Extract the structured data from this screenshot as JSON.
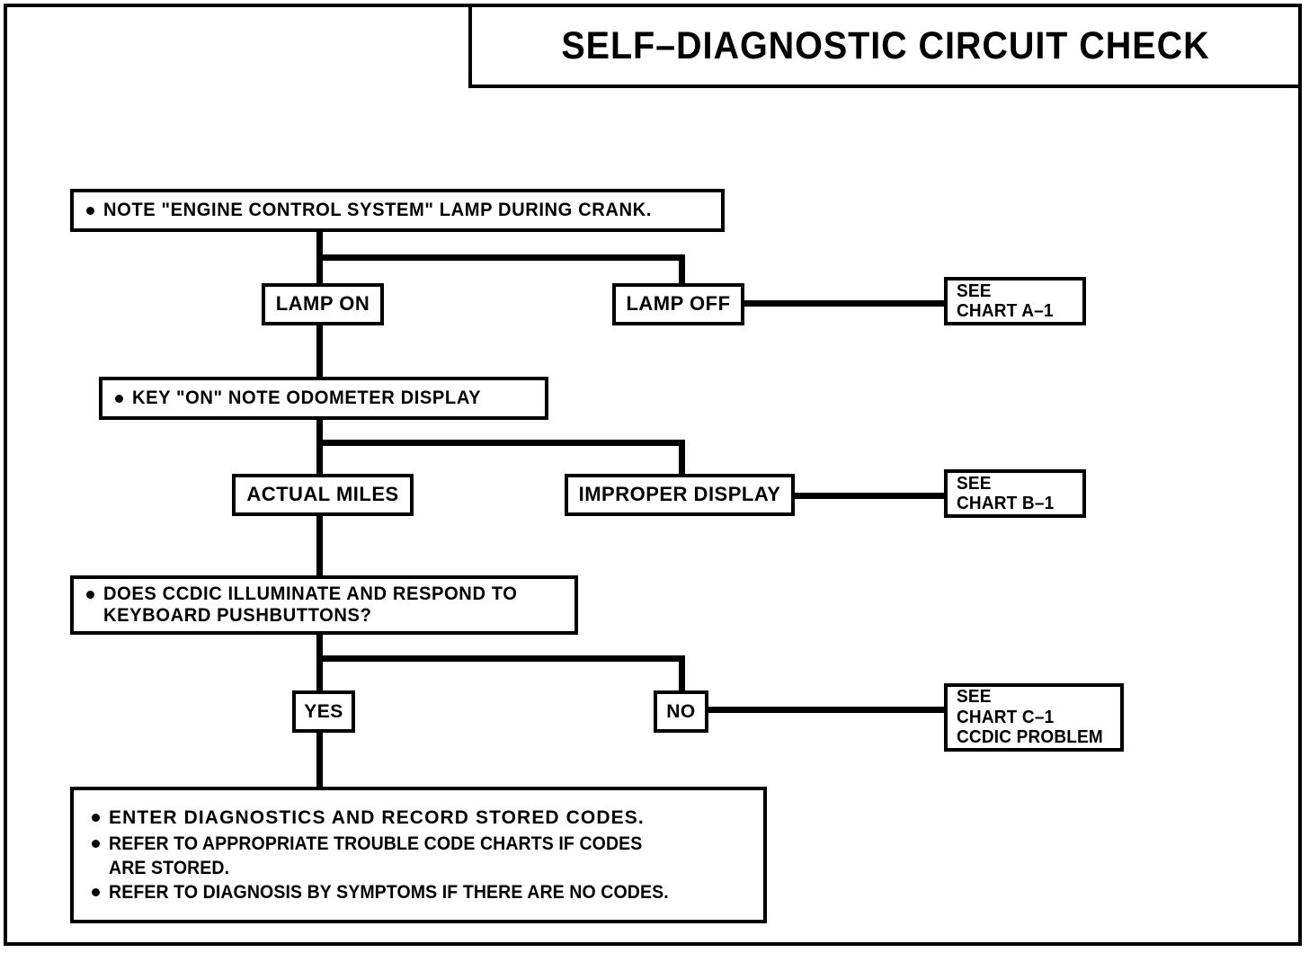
{
  "header": {
    "title": "SELF–DIAGNOSTIC  CIRCUIT CHECK"
  },
  "flow": {
    "step1": {
      "bullet": "•",
      "text": "NOTE \"ENGINE CONTROL SYSTEM\"  LAMP DURING CRANK."
    },
    "branch1": {
      "left_label": "LAMP ON",
      "right_label": "LAMP OFF",
      "right_ref_line1": "SEE",
      "right_ref_line2": "CHART A–1"
    },
    "step2": {
      "bullet": "•",
      "text": "KEY \"ON\" NOTE ODOMETER DISPLAY"
    },
    "branch2": {
      "left_label": "ACTUAL MILES",
      "right_label": "IMPROPER DISPLAY",
      "right_ref_line1": "SEE",
      "right_ref_line2": "CHART B–1"
    },
    "step3": {
      "bullet": "•",
      "line1": "DOES CCDIC ILLUMINATE AND RESPOND TO",
      "line2": "KEYBOARD PUSHBUTTONS?"
    },
    "branch3": {
      "left_label": "YES",
      "right_label": "NO",
      "right_ref_line1": "SEE",
      "right_ref_line2": "CHART C–1",
      "right_ref_line3": "CCDIC PROBLEM"
    },
    "final": {
      "items": [
        "ENTER DIAGNOSTICS AND RECORD STORED CODES.",
        "REFER TO APPROPRIATE TROUBLE CODE CHARTS IF CODES\nARE STORED.",
        "REFER TO DIAGNOSIS BY SYMPTOMS IF THERE ARE NO CODES."
      ]
    }
  },
  "colors": {
    "ink": "#000000",
    "paper": "#ffffff"
  }
}
